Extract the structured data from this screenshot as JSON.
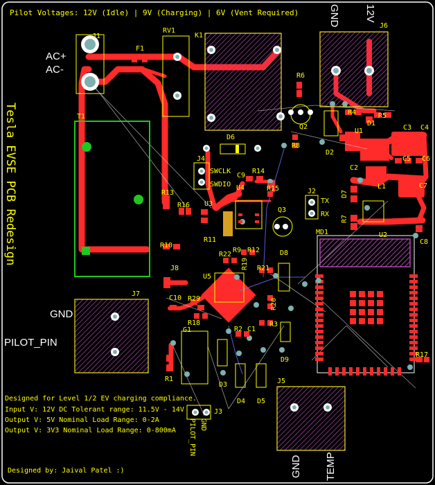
{
  "title": "Pilot Voltages: 12V (Idle) | 9V (Charging) | 6V (Vent Required)",
  "rotated_title": "Tesla EVSE PCB Redesign",
  "net_labels": {
    "ac_plus": "AC+",
    "ac_minus": "AC-",
    "gnd_left": "GND",
    "pilot_pin": "PILOT_PIN",
    "gnd_top": "GND",
    "v12_top": "12V",
    "gnd_bottom": "GND",
    "temp_bottom": "TEMP"
  },
  "designators": {
    "J1": "J1",
    "F1": "F1",
    "RV1": "RV1",
    "K1": "K1",
    "J6": "J6",
    "T1": "T1",
    "R6": "R6",
    "Q2": "Q2",
    "R4": "R4",
    "R5": "R5",
    "D1": "D1",
    "U1": "U1",
    "C3": "C3",
    "C4": "C4",
    "D6": "D6",
    "R8": "R8",
    "D2": "D2",
    "J4": "J4",
    "SWCLK": "SWCLK",
    "SWDIO": "SWDIO",
    "C9": "C9",
    "R14": "R14",
    "C2": "C2",
    "C5": "C5",
    "C6": "C6",
    "U4": "U4",
    "R15": "R15",
    "J2": "J2",
    "TX": "TX",
    "RX": "RX",
    "L1": "L1",
    "C7": "C7",
    "R13": "R13",
    "R16": "R16",
    "U3": "U3",
    "Q3": "Q3",
    "D7": "D7",
    "R7": "R7",
    "R11": "R11",
    "MD1": "MD1",
    "U2": "U2",
    "C8": "C8",
    "R10": "R10",
    "R22": "R22",
    "R9": "R9",
    "R12": "R12",
    "D8": "D8",
    "R19": "R19",
    "J8": "J8",
    "R21": "R21",
    "U5": "U5",
    "J7": "J7",
    "C10": "C10",
    "R29": "R29",
    "R20": "R20",
    "R18": "R18",
    "R3": "R3",
    "G1": "G1",
    "R2": "R2",
    "C1": "C1",
    "D9": "D9",
    "R17": "R17",
    "R1": "R1",
    "D3": "D3",
    "D4": "D4",
    "D5": "D5",
    "J5": "J5",
    "J3": "J3",
    "J3_pilot": "PILOT_PIN",
    "J3_gnd": "GND"
  },
  "notes": {
    "line1": "Designed for Level 1/2 EV charging compliance.",
    "line2": "Input V: 12V DC  Tolerant range: 11.5V - 14V",
    "line3": "Output V: 5V Nominal  Load Range: 0-2A",
    "line4": "Output V: 3V3 Nominal Load Range: 0-800mA",
    "credit": "Designed by: Jaival Patel :)"
  },
  "colors": {
    "background": "#000000",
    "silkscreen": "#ffff00",
    "top_copper": "#ff2a2a",
    "keepout_pad": "#c040c0",
    "outline": "#ffffff",
    "transformer_outline": "#1ec81e",
    "via": "#7fb0b0"
  }
}
